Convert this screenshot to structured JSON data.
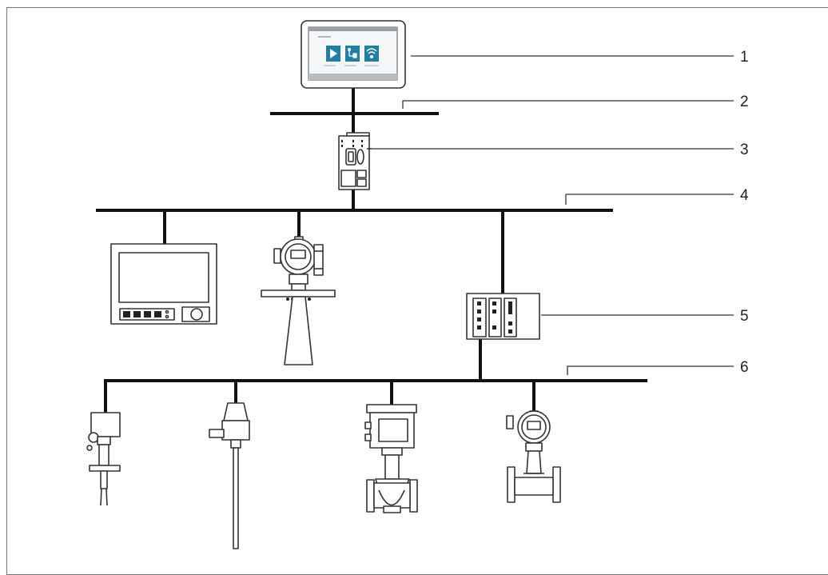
{
  "callouts": [
    {
      "id": "1",
      "label": "1"
    },
    {
      "id": "2",
      "label": "2"
    },
    {
      "id": "3",
      "label": "3"
    },
    {
      "id": "4",
      "label": "4"
    },
    {
      "id": "5",
      "label": "5"
    },
    {
      "id": "6",
      "label": "6"
    }
  ],
  "colors": {
    "line": "#111111",
    "outline": "#333333",
    "screen_accent": "#1e7fa8",
    "screen_bar": "#9aa0a6",
    "frame": "#777777"
  },
  "icons": [
    "play-icon",
    "network-icon",
    "wifi-icon"
  ]
}
